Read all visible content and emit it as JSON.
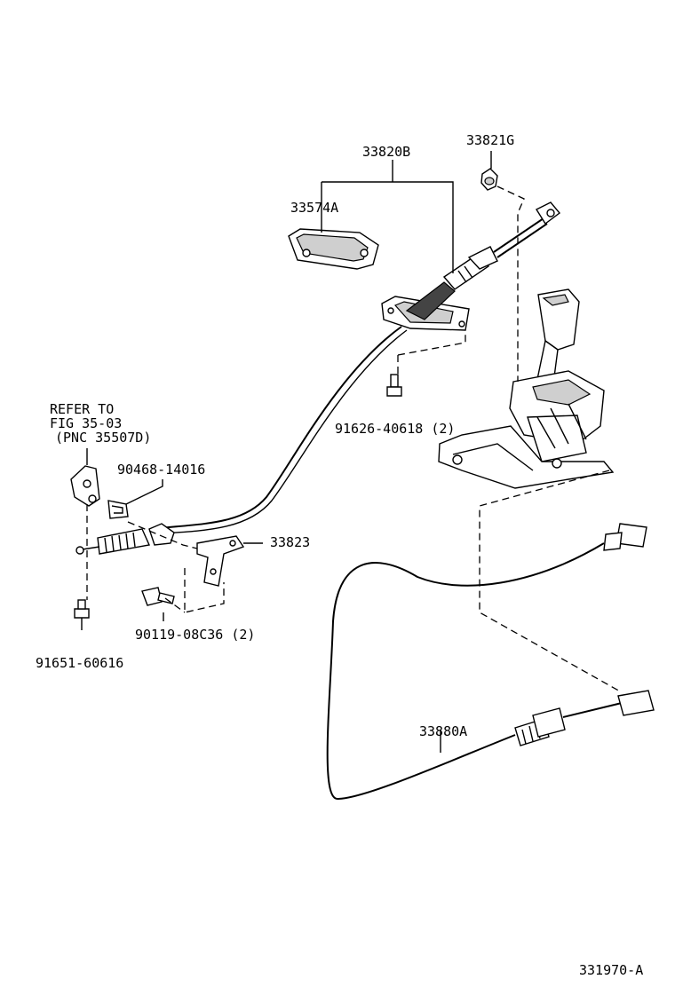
{
  "labels": {
    "cable_assy": "33820B",
    "nut": "33821G",
    "retainer": "33574A",
    "bolt_shifter": "91626-40618 (2)",
    "refer_line1": "REFER TO",
    "refer_line2": "FIG 35-03",
    "refer_line3": "(PNC 35507D)",
    "clip": "90468-14016",
    "bracket": "33823",
    "bolt_bracket": "90119-08C36 (2)",
    "bolt_lower": "91651-60616",
    "cable_lower": "33880A",
    "figure_id": "331970-A"
  }
}
